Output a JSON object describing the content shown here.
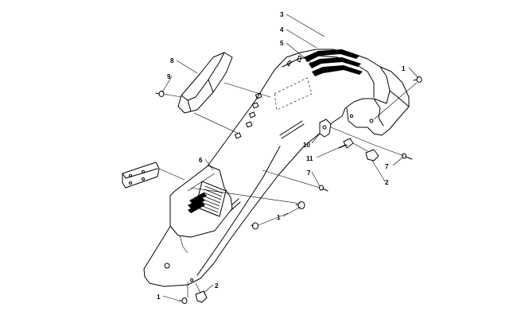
{
  "callouts": [
    {
      "id": "c3",
      "label": "3"
    },
    {
      "id": "c4",
      "label": "4"
    },
    {
      "id": "c5",
      "label": "5"
    },
    {
      "id": "c8",
      "label": "8"
    },
    {
      "id": "c9",
      "label": "9"
    },
    {
      "id": "c1a",
      "label": "1"
    },
    {
      "id": "c6",
      "label": "6"
    },
    {
      "id": "c10",
      "label": "10"
    },
    {
      "id": "c11",
      "label": "11"
    },
    {
      "id": "c7a",
      "label": "7"
    },
    {
      "id": "c7b",
      "label": "7"
    },
    {
      "id": "c2a",
      "label": "2"
    },
    {
      "id": "c1b",
      "label": "1"
    },
    {
      "id": "c1c",
      "label": "1"
    },
    {
      "id": "c2b",
      "label": "2"
    }
  ]
}
